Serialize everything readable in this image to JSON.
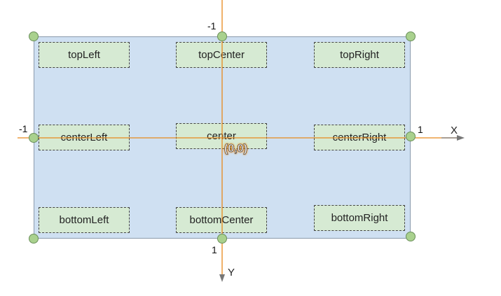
{
  "labels": {
    "top_left": "topLeft",
    "top_center": "topCenter",
    "top_right": "topRight",
    "center_left": "centerLeft",
    "center": "center",
    "center_right": "centerRight",
    "bottom_left": "bottomLeft",
    "bottom_center": "bottomCenter",
    "bottom_right": "bottomRight"
  },
  "axes": {
    "x_name": "X",
    "y_name": "Y",
    "x_min": "-1",
    "x_max": "1",
    "y_min": "-1",
    "y_max": "1",
    "origin": "(0,0)",
    "axis_color": "#e8891c"
  },
  "colors": {
    "rect_fill": "#cfe0f2",
    "label_fill": "#d6ead3",
    "handle_fill": "#a9d18e"
  }
}
